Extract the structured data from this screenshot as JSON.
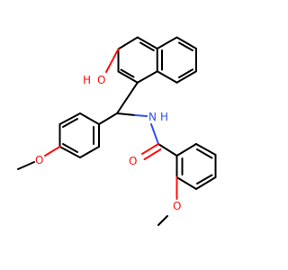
{
  "molecule": {
    "atom_labels": {
      "hydroxyl_o": "O",
      "hydroxyl_h": "H",
      "amide_n": "N",
      "amide_h": "H",
      "carbonyl_o": "O",
      "methoxy_left_o": "O",
      "methoxy_bottom_o": "O"
    },
    "colors": {
      "carbon": "#000000",
      "oxygen": "#ff0d0d",
      "nitrogen": "#3050f8",
      "background": "#ffffff"
    }
  }
}
